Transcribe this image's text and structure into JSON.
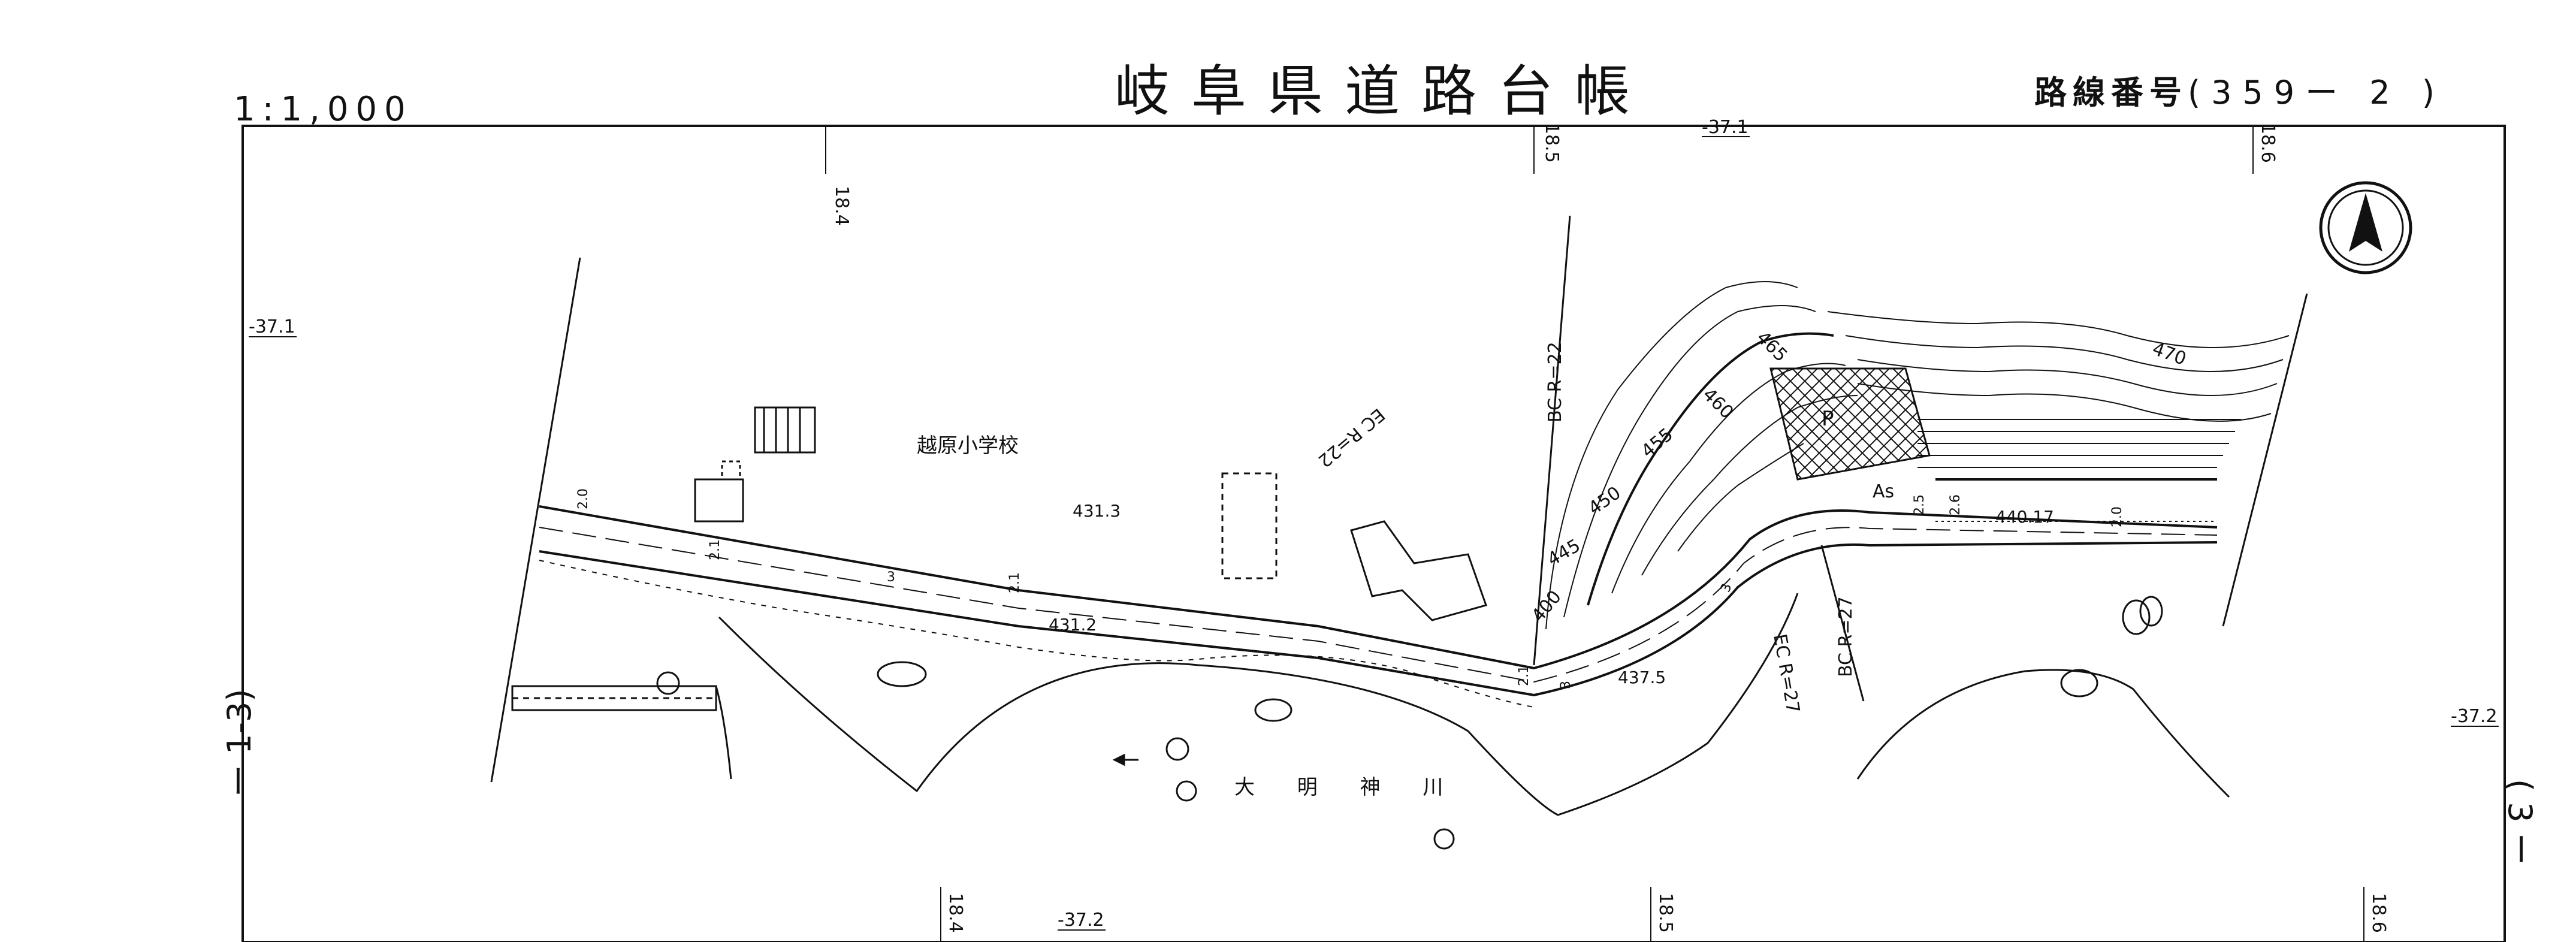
{
  "header": {
    "title": "岐阜県道路台帳",
    "scale": "1:1,000",
    "route_label": "路線番号",
    "route_number": "(359ー 2 )"
  },
  "sheet_refs": {
    "left": "ー 1-3)",
    "right": "( 3 ー"
  },
  "grid_labels": {
    "top": [
      "18.4",
      "18.5",
      "-37.1",
      "18.6"
    ],
    "bottom": [
      "18.4",
      "-37.2",
      "18.5",
      "18.6"
    ],
    "left": "-37.1",
    "right": "-37.2"
  },
  "map_labels": {
    "school": "越原小学校",
    "river": "大 明 神 川",
    "parking": "P",
    "asphalt": "As",
    "elev_school": "431.3",
    "elev_road1": "431.2",
    "elev_road2": "437.5",
    "elev_road3": "440.17",
    "curve_bc_top": "BC R=22",
    "curve_ec_top": "EC R=22",
    "curve_ec_bottom": "EC R=27",
    "curve_bc_bottom": "BC R=27",
    "contours": [
      "400",
      "445",
      "450",
      "455",
      "460",
      "465",
      "470"
    ],
    "road_width_marks": [
      "2.0",
      "2.1",
      "3",
      "2.1",
      "2.1",
      "3",
      "3",
      "2.5",
      "2.6",
      "2.0"
    ]
  },
  "icons": {
    "north": "north-arrow-icon"
  }
}
